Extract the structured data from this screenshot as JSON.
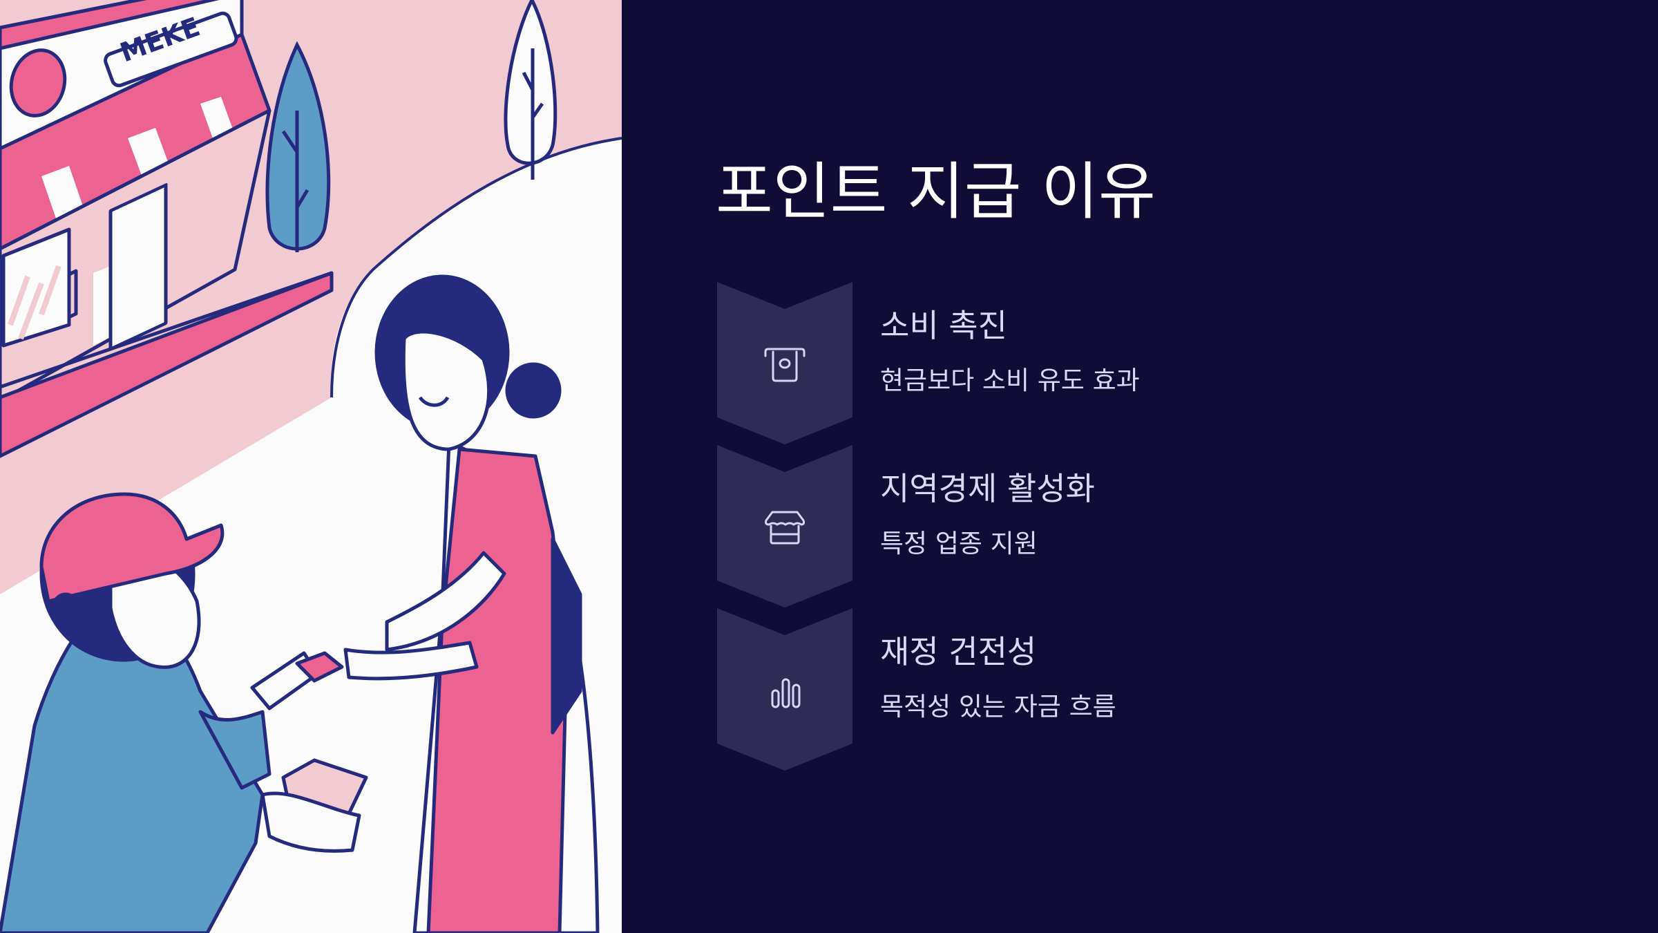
{
  "slide": {
    "title": "포인트 지급 이유",
    "illustration": {
      "description": "Shop clerk in pink apron handing a card to a customer in a pink cap in front of a striped-awning store",
      "store_sign": "MEKE"
    },
    "steps": [
      {
        "icon": "atm-card-icon",
        "heading": "소비 촉진",
        "description": "현금보다 소비 유도 효과"
      },
      {
        "icon": "storefront-icon",
        "heading": "지역경제 활성화",
        "description": "특정 업종 지원"
      },
      {
        "icon": "bar-chart-icon",
        "heading": "재정 건전성",
        "description": "목적성 있는 자금 흐름"
      }
    ]
  },
  "colors": {
    "background": "#100c35",
    "chevron": "#302b54",
    "text_primary": "#ffffff",
    "text_secondary": "#d8dbf6",
    "illustration_pink": "#ec6391",
    "illustration_light_pink": "#f2cbd2",
    "illustration_navy": "#262a7c",
    "illustration_blue": "#5e9cc8"
  }
}
